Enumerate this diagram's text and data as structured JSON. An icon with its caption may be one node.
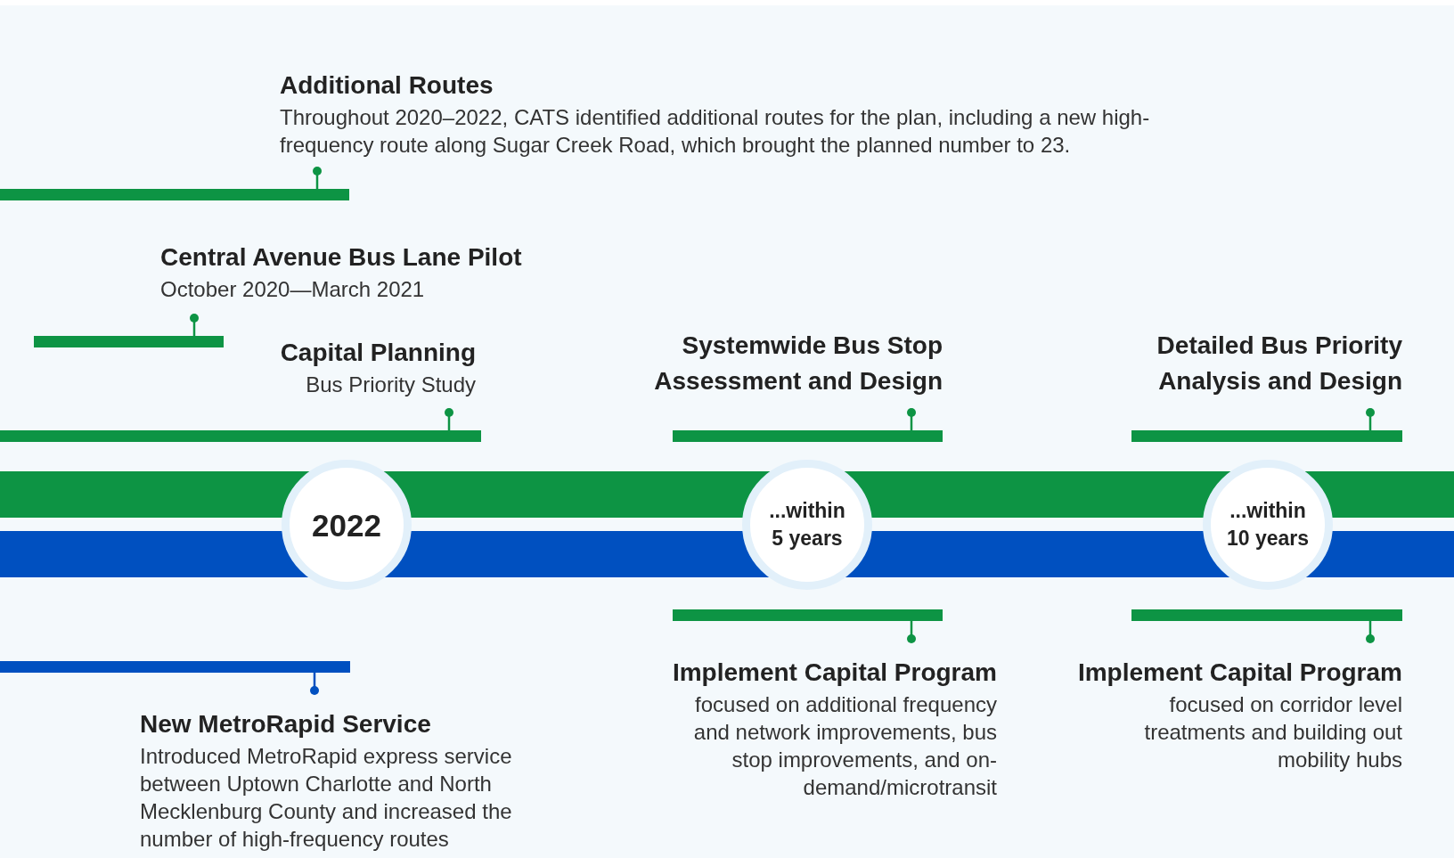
{
  "diagram": {
    "nodes": [
      {
        "text": [
          "Additional Routes",
          "Throughout 2020–2022, CATS identified additional routes for the plan, including a new high-frequency route along Sugar Creek Road, which brought the planned number to 23."
        ]
      },
      {
        "text": [
          "Central Avenue Bus Lane Pilot",
          "October 2020—March 2021"
        ]
      },
      {
        "text": [
          "Capital Planning",
          "Bus Priority Study"
        ]
      },
      {
        "text": [
          "Systemwide Bus Stop Assessment and Design"
        ]
      },
      {
        "text": [
          "Detailed Bus Priority Analysis and Design"
        ]
      },
      {
        "text": [
          "2022"
        ]
      },
      {
        "text": [
          "...within 5 years"
        ]
      },
      {
        "text": [
          "...within 10 years"
        ]
      },
      {
        "text": [
          "New MetroRapid Service",
          "Introduced MetroRapid express service between Uptown Charlotte and North Mecklenburg County and increased the number of high-frequency routes"
        ]
      },
      {
        "text": [
          "Implement Capital Program",
          "focused on additional frequency and network improvements, bus stop improvements, and on-demand/microtransit"
        ]
      },
      {
        "text": [
          "Implement Capital Program",
          "focused on corridor level treatments and building out mobility hubs"
        ]
      }
    ]
  }
}
